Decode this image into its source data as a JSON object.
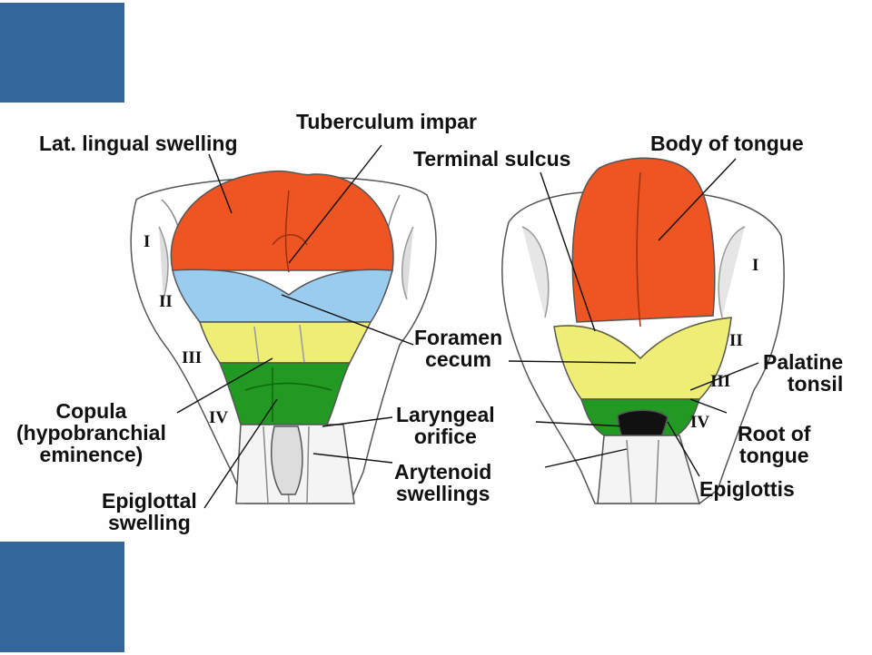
{
  "colors": {
    "slide_accent": "#336699",
    "tongue_body": "#ee5522",
    "arch2_blue": "#99ccee",
    "arch3_yellow": "#eeee77",
    "arch4_green": "#229922",
    "outline": "#555555"
  },
  "labels": {
    "lat_lingual_swelling": "Lat. lingual swelling",
    "tuberculum_impar": "Tuberculum impar",
    "terminal_sulcus": "Terminal sulcus",
    "body_of_tongue": "Body of tongue",
    "foramen_cecum": "Foramen\ncecum",
    "copula": "Copula\n(hypobranchial\neminence)",
    "laryngeal_orifice": "Laryngeal\norifice",
    "arytenoid_swellings": "Arytenoid\nswellings",
    "epiglottal_swelling": "Epiglottal\nswelling",
    "palatine_tonsil": "Palatine\ntonsil",
    "root_of_tongue": "Root of\ntongue",
    "epiglottis": "Epiglottis"
  },
  "arch_numerals": {
    "left": [
      "I",
      "II",
      "III",
      "IV"
    ],
    "right": [
      "I",
      "II",
      "III",
      "IV"
    ]
  }
}
